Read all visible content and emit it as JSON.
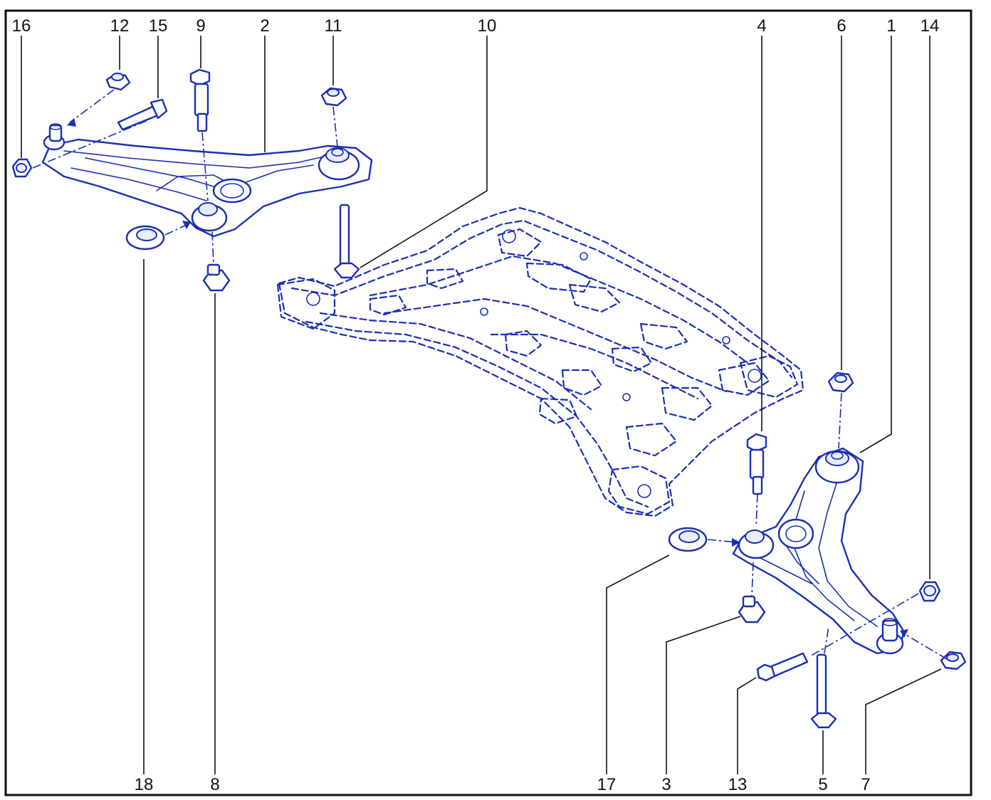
{
  "diagram": {
    "callouts": {
      "c1": "1",
      "c2": "2",
      "c3": "3",
      "c4": "4",
      "c5": "5",
      "c6": "6",
      "c7": "7",
      "c8": "8",
      "c9": "9",
      "c10": "10",
      "c11": "11",
      "c12": "12",
      "c13": "13",
      "c14": "14",
      "c15": "15",
      "c16": "16",
      "c17": "17",
      "c18": "18"
    },
    "colors": {
      "line_art": "#1a2fb4",
      "frame": "#111111",
      "background": "#ffffff"
    }
  }
}
